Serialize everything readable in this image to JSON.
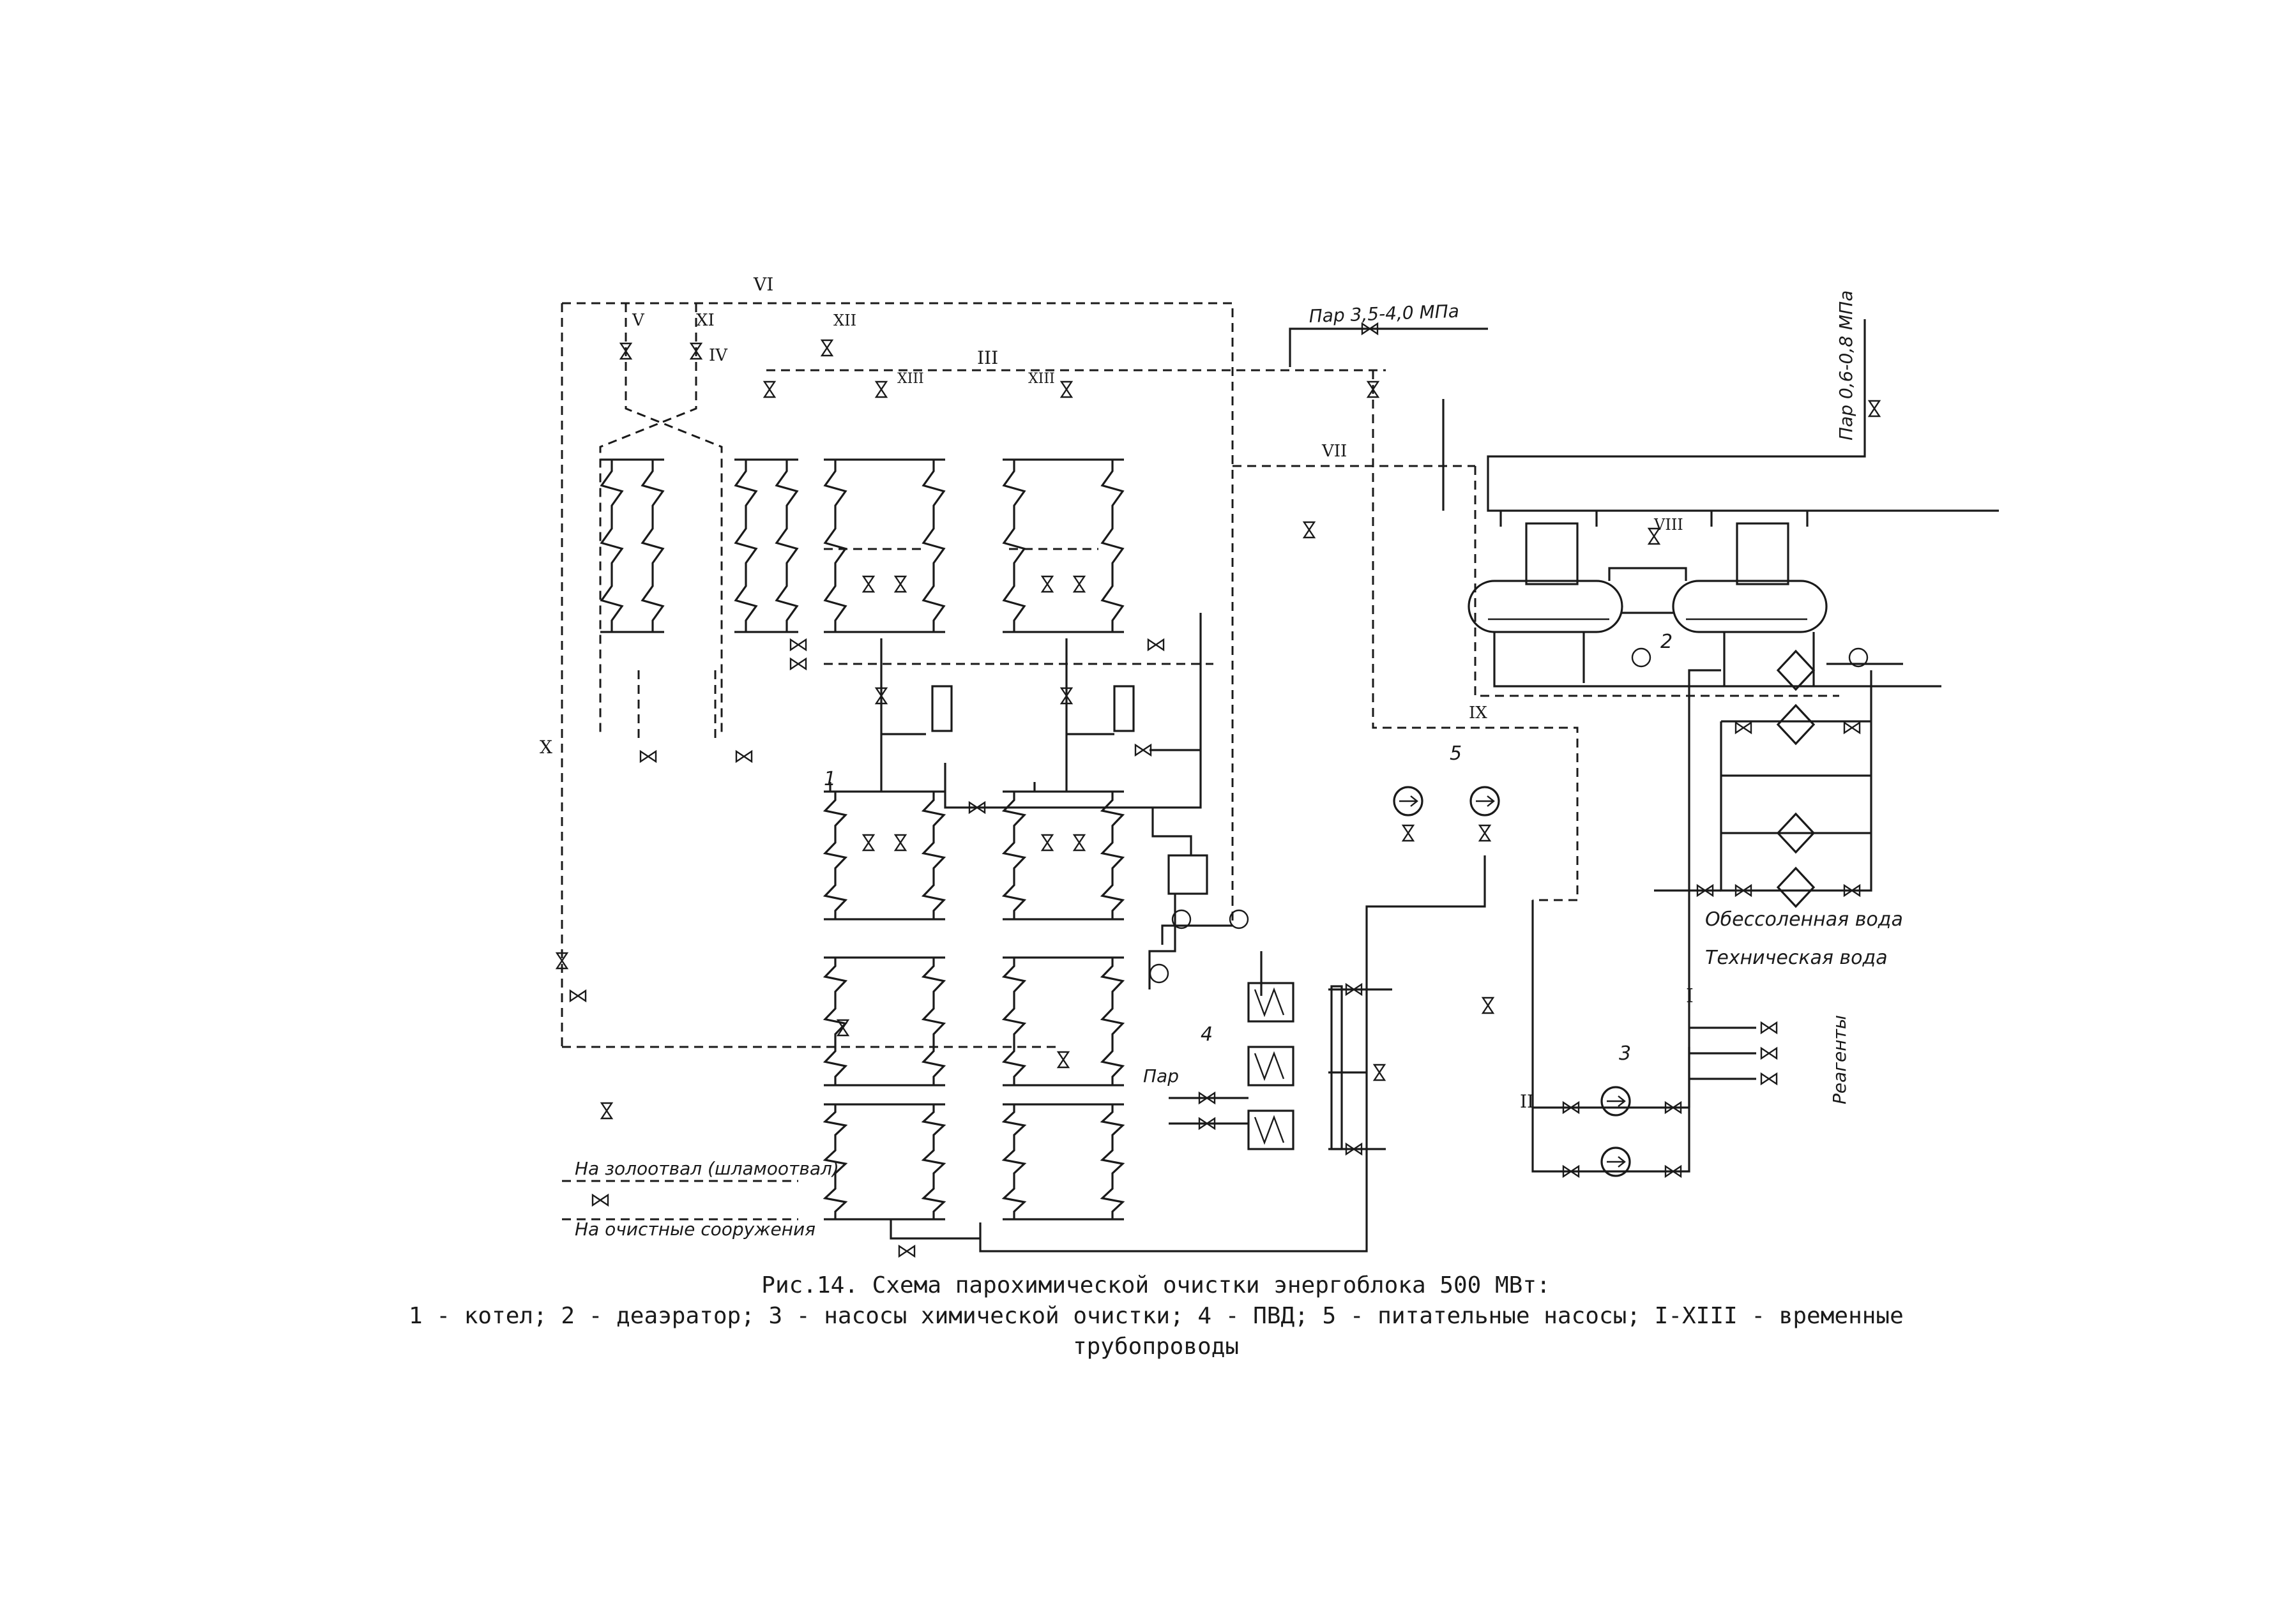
{
  "labels": {
    "steam_high": "Пар 3,5-4,0 МПа",
    "steam_low": "Пар 0,6-0,8 МПа",
    "steam": "Пар",
    "demin_water": "Обессоленная вода",
    "tech_water": "Техническая вода",
    "reagents": "Реагенты",
    "ash_dump": "На золоотвал (шламоотвал)",
    "treatment": "На очистные сооружения"
  },
  "numbers": {
    "boiler": "1",
    "deaerator": "2",
    "cleaning_pumps": "3",
    "hph": "4",
    "feed_pumps": "5"
  },
  "roman": {
    "I": "I",
    "II": "II",
    "III": "III",
    "IV": "IV",
    "V": "V",
    "VI": "VI",
    "VII": "VII",
    "VIII": "VIII",
    "IX": "IX",
    "X": "X",
    "XI": "XI",
    "XII": "XII",
    "XIII": "XIII"
  },
  "caption": {
    "title": "Рис.14. Схема парохимической очистки энергоблока 500 МВт:",
    "legend_line1": "1 - котел; 2 - деаэратор; 3 - насосы химической очистки; 4 - ПВД; 5 - питательные насосы; I-XIII - временные",
    "legend_line2": "трубопроводы"
  },
  "icons": {
    "valve": "valve-icon",
    "pump": "pump-icon",
    "filter": "filter-icon",
    "heat_exchanger": "heat-exchanger-icon",
    "flow_arrow": "arrow-icon"
  }
}
